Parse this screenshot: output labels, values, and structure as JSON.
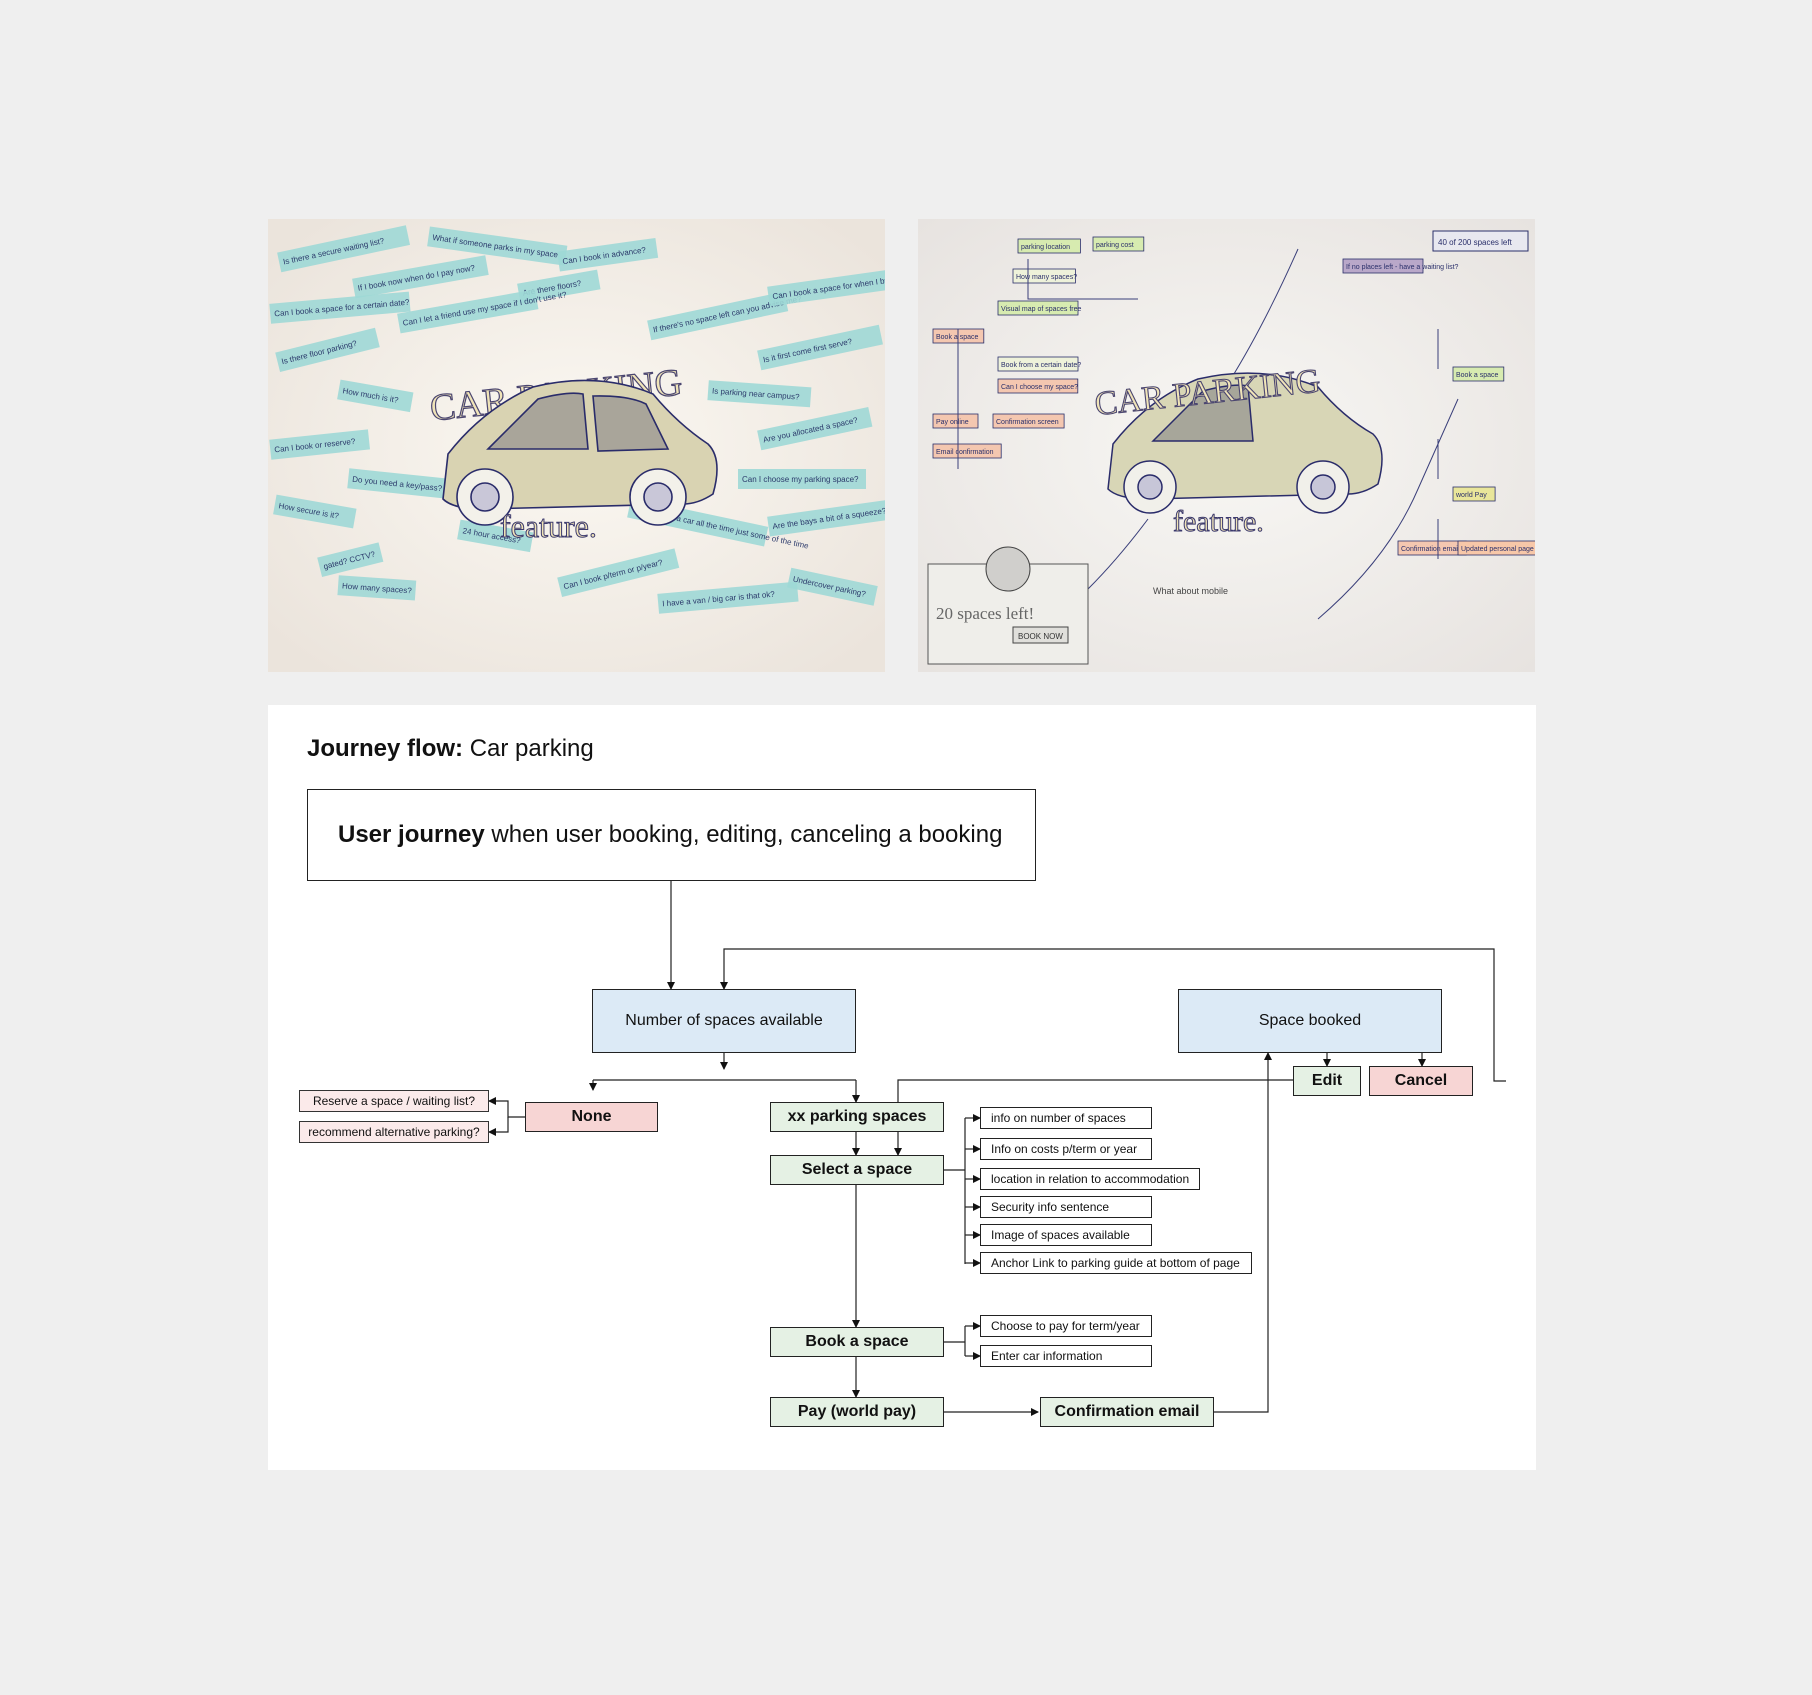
{
  "colors": {
    "page_bg": "#efefef",
    "blue_box": "#dceaf6",
    "green_box": "#e5f1e4",
    "red_box": "#f7d5d4",
    "pink_box": "#fbeaea",
    "sticky_note": "#9fd8d6"
  },
  "photo_left": {
    "title": "CAR PARKING",
    "subtitle": "feature.",
    "notes": [
      "Is there a secure waiting list?",
      "What if someone parks in my space",
      "Can I book in advance?",
      "If I book now when do I pay now?",
      "Are there floors?",
      "Can I book a space for a certain date?",
      "Can I let a friend use my space if I don't use it?",
      "Is there floor parking?",
      "If there's no space left can you advise me?",
      "Is it first come first serve?",
      "How much is it?",
      "Is parking near campus?",
      "Are you allocated a space?",
      "Can I book or reserve?",
      "Do you need a key/pass?",
      "Can I choose my parking space?",
      "How secure is it?",
      "gated? CCTV?",
      "I won't have a car all the time just some of the time",
      "24 hour access?",
      "Can I book p/term or p/year?",
      "How many spaces?",
      "I have a van / big car is that ok?",
      "Undercover parking?",
      "Are the bays a bit of a squeeze?",
      "Can I book a space for when I buy a car in advance?"
    ]
  },
  "photo_right": {
    "title": "CAR PARKING",
    "subtitle": "feature.",
    "sketch_spaces": "20 spaces left!",
    "sketch_button": "BOOK NOW",
    "sketch_counter": "40 of 200 spaces left",
    "sketch_note": "What about mobile",
    "sketch_notes": [
      "parking location",
      "parking cost",
      "How many spaces?",
      "Book a space",
      "Pay online",
      "Email confirmation",
      "Confirmation screen",
      "Book from a certain date?",
      "Can I choose my space?",
      "Visual map of spaces free",
      "If no places left - have a waiting list?",
      "Book a space",
      "world Pay",
      "Confirmation email",
      "Updated personal page w/ parking details or pending"
    ]
  },
  "flow": {
    "title_bold": "Journey flow:",
    "title_rest": "Car parking",
    "header_bold": "User journey",
    "header_rest": "when user booking, editing, canceling a booking",
    "number_available": "Number of spaces available",
    "space_booked": "Space booked",
    "edit": "Edit",
    "cancel": "Cancel",
    "none": "None",
    "reserve": "Reserve a space / waiting list?",
    "recommend": "recommend alternative parking?",
    "xx_spaces": "xx parking spaces",
    "select_space": "Select a space",
    "book_space": "Book a space",
    "pay": "Pay (world pay)",
    "confirmation": "Confirmation email",
    "select_info": [
      "info on number of spaces",
      "Info on costs p/term or year",
      "location in relation to accommodation",
      "Security info sentence",
      "Image of spaces available",
      "Anchor Link to parking guide at bottom of page"
    ],
    "book_info": [
      "Choose to pay for term/year",
      "Enter car information"
    ]
  }
}
